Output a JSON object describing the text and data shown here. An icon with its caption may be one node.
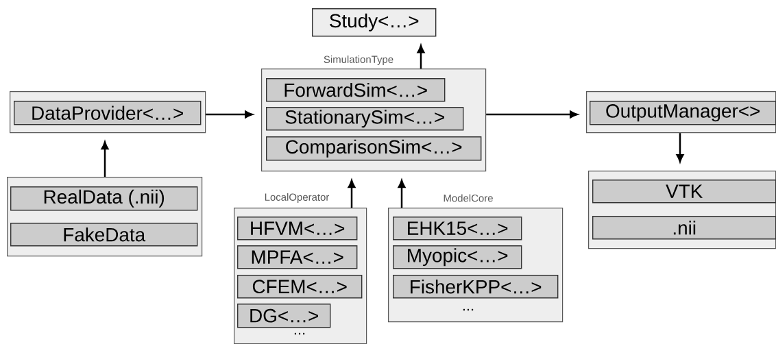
{
  "diagram": {
    "nodes": [
      {
        "text": [
          "Study<…>"
        ]
      },
      {
        "text": [
          "SimulationType"
        ]
      },
      {
        "text": [
          "ForwardSim<…>"
        ],
        "in": 1
      },
      {
        "text": [
          "StationarySim<…>"
        ],
        "in": 1
      },
      {
        "text": [
          "ComparisonSim<…>"
        ],
        "in": 1
      },
      {
        "text": [],
        "shape": "box"
      },
      {
        "text": [
          "DataProvider<…>"
        ],
        "in": 5
      },
      {
        "text": [],
        "shape": "box"
      },
      {
        "text": [
          "RealData (.nii)"
        ],
        "in": 7
      },
      {
        "text": [
          "FakeData"
        ],
        "in": 7
      },
      {
        "text": [
          "LocalOperator",
          "..."
        ]
      },
      {
        "text": [
          "HFVM<…>"
        ],
        "in": 10
      },
      {
        "text": [
          "MPFA<…>"
        ],
        "in": 10
      },
      {
        "text": [
          "CFEM<…>"
        ],
        "in": 10
      },
      {
        "text": [
          "DG<…>"
        ],
        "in": 10
      },
      {
        "text": [
          "ModelCore",
          "..."
        ]
      },
      {
        "text": [
          "EHK15<…>"
        ],
        "in": 15
      },
      {
        "text": [
          "Myopic<…>"
        ],
        "in": 15
      },
      {
        "text": [
          "FisherKPP<…>"
        ],
        "in": 15
      },
      {
        "text": [],
        "shape": "box"
      },
      {
        "text": [
          "OutputManager<>"
        ],
        "in": 19
      },
      {
        "text": [],
        "shape": "box"
      },
      {
        "text": [
          "VTK"
        ],
        "in": 21
      },
      {
        "text": [
          ".nii"
        ],
        "in": 21
      }
    ],
    "edges": [
      {
        "from": 5,
        "to": 1,
        "arrow": "to"
      },
      {
        "from": 7,
        "to": 5,
        "arrow": "to"
      },
      {
        "from": 1,
        "to": 0,
        "arrow": "to"
      },
      {
        "from": 10,
        "to": 1,
        "arrow": "to"
      },
      {
        "from": 15,
        "to": 1,
        "arrow": "to"
      },
      {
        "from": 1,
        "to": 19,
        "arrow": "to"
      },
      {
        "from": 19,
        "to": 21,
        "arrow": "to"
      }
    ]
  }
}
